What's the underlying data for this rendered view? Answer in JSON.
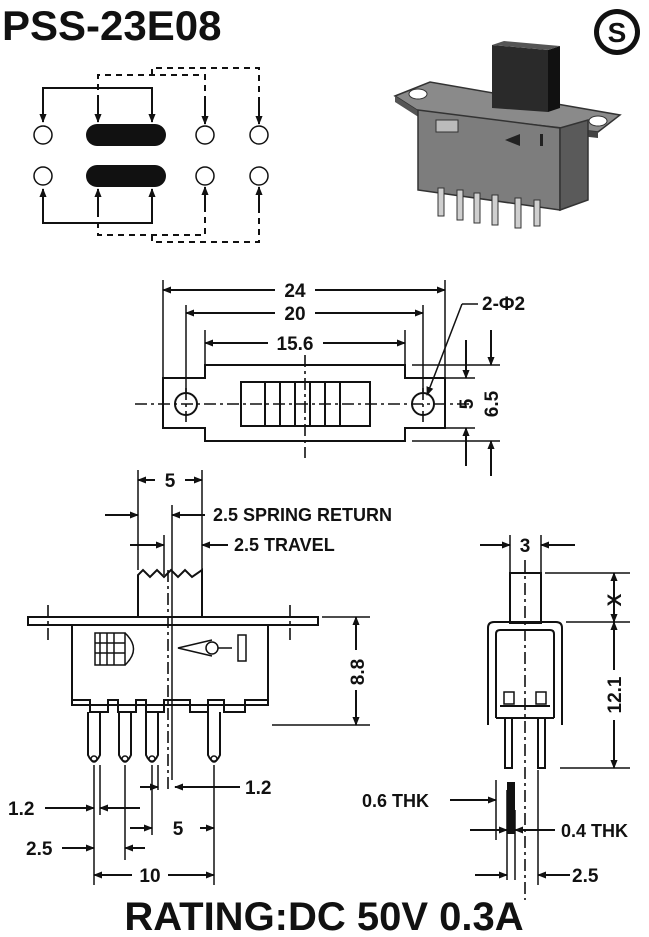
{
  "title": "PSS-23E08",
  "logo_letter": "S",
  "top_view": {
    "dim_24": "24",
    "dim_20": "20",
    "dim_15_6": "15.6",
    "hole_callout": "2-Φ2",
    "dim_5": "5",
    "dim_6_5": "6.5"
  },
  "side_view": {
    "dim_5_top": "5",
    "spring_return": "2.5 SPRING RETURN",
    "travel": "2.5 TRAVEL",
    "dim_8_8": "8.8",
    "dim_1_2_right": "1.2",
    "dim_1_2_left": "1.2",
    "dim_2_5_left": "2.5",
    "dim_5_bottom": "5",
    "dim_10": "10"
  },
  "end_view": {
    "dim_3": "3",
    "dim_x": "X",
    "dim_12_1": "12.1",
    "thk_0_6": "0.6 THK",
    "thk_0_4": "0.4 THK",
    "dim_2_5": "2.5"
  },
  "rating": "RATING:DC 50V 0.3A"
}
